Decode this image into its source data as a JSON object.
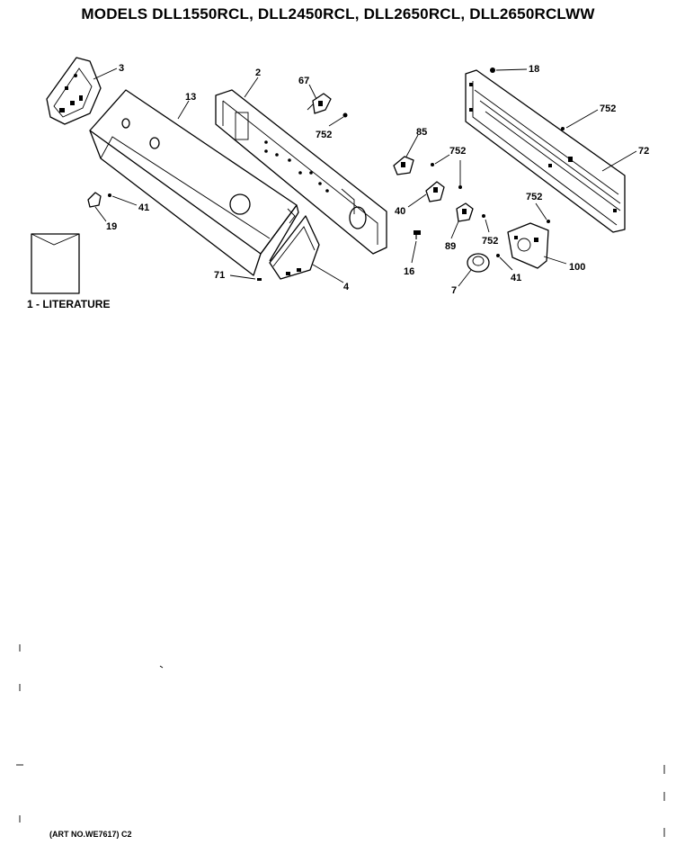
{
  "title": "MODELS DLL1550RCL, DLL2450RCL, DLL2650RCL, DLL2650RCLWW",
  "literature_label": "1 - LITERATURE",
  "art_number": "(ART NO.WE7617) C2",
  "callouts": {
    "c2": "2",
    "c3": "3",
    "c4": "4",
    "c7": "7",
    "c13": "13",
    "c16": "16",
    "c18": "18",
    "c19": "19",
    "c40": "40",
    "c41a": "41",
    "c41b": "41",
    "c67": "67",
    "c71": "71",
    "c72": "72",
    "c85": "85",
    "c89": "89",
    "c100": "100",
    "c752a": "752",
    "c752b": "752",
    "c752c": "752",
    "c752d": "752",
    "c752e": "752"
  }
}
